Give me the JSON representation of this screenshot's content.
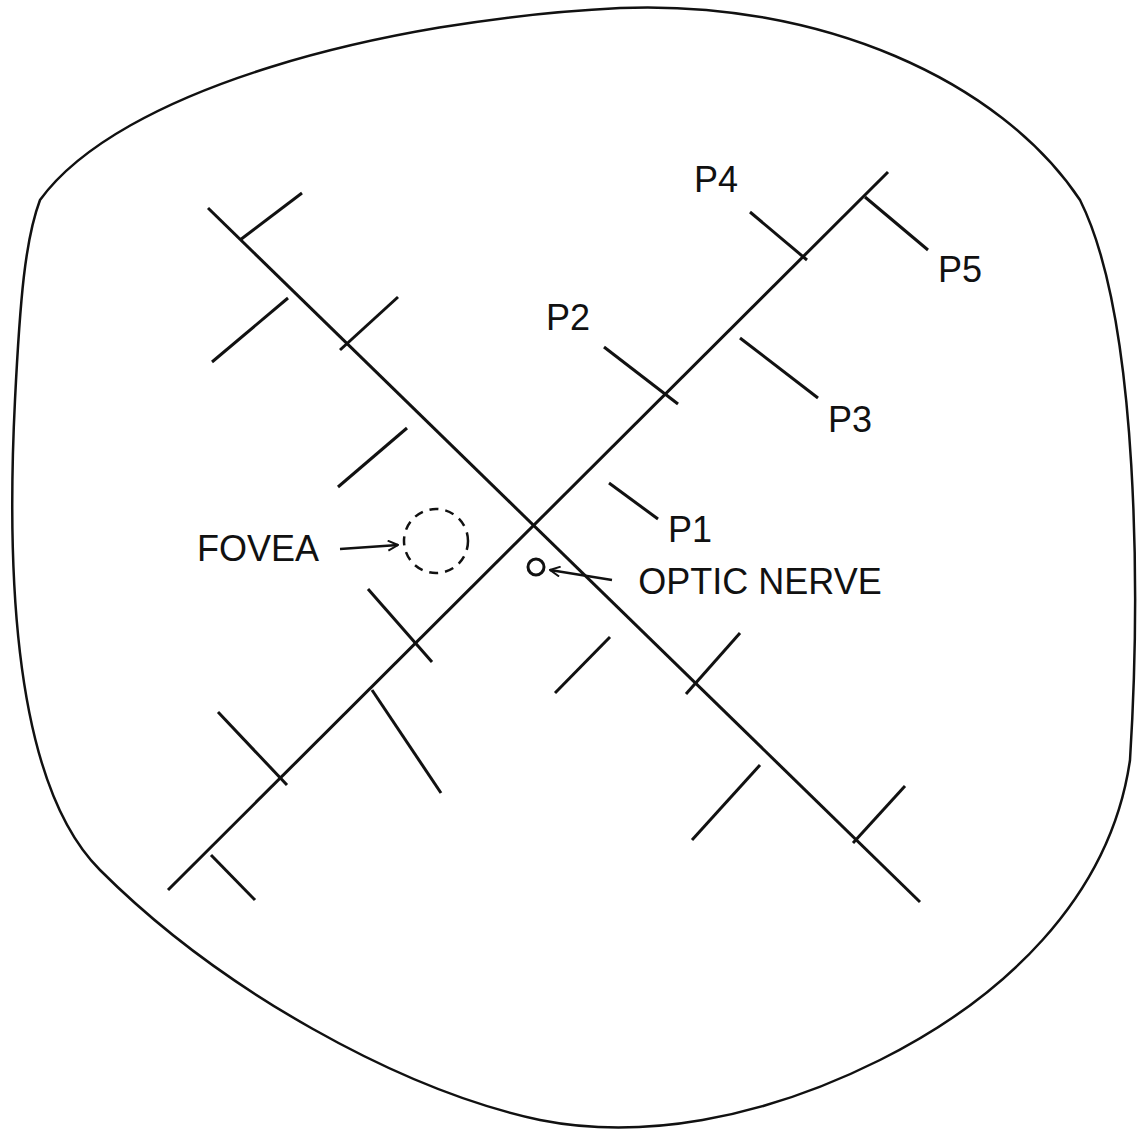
{
  "diagram": {
    "labels": [
      "P4",
      "P5",
      "P2",
      "P3",
      "P1",
      "FOVEA",
      "OPTIC NERVE"
    ]
  }
}
